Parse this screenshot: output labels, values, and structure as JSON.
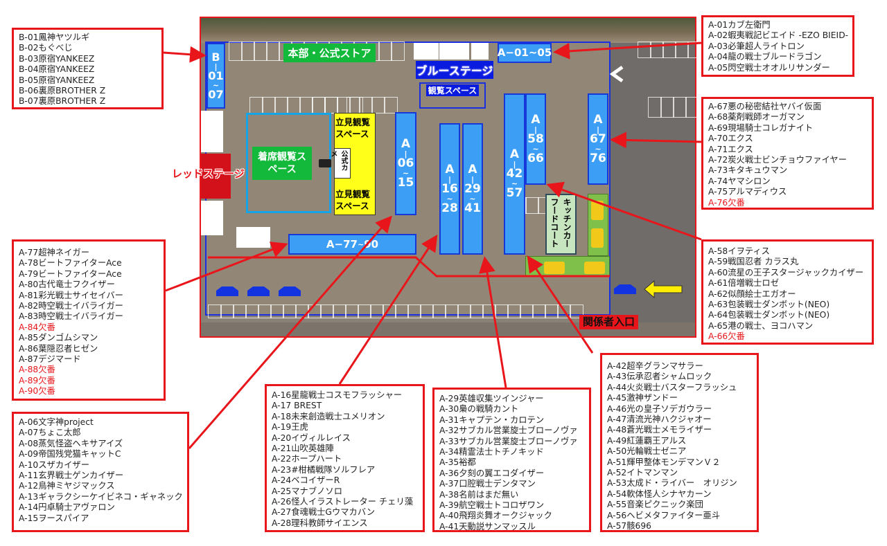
{
  "map": {
    "hq_store": "本部・公式ストア",
    "blue_stage": "ブルーステージ",
    "blue_viewing": "観覧スペース",
    "red_stage": "レッドステージ",
    "seated_viewing": "着席観覧スペース",
    "standing_viewing_top": "立見観覧スペース",
    "standing_viewing_bottom": "立見観覧スペース",
    "official_camera": "公式カメ",
    "food_court": "キッチンカーフードコート",
    "staff_entrance": "関係者入口",
    "booths": {
      "b01": [
        "B",
        "|",
        "01",
        "~",
        "07"
      ],
      "a01": [
        "A−",
        "01",
        "~05"
      ],
      "a06": [
        "A",
        "|",
        "06",
        "~",
        "15"
      ],
      "a16": [
        "A",
        "|",
        "16",
        "~",
        "28"
      ],
      "a29": [
        "A",
        "|",
        "29",
        "~",
        "41"
      ],
      "a42": [
        "A",
        "|",
        "42",
        "~",
        "57"
      ],
      "a58": [
        "A",
        "|",
        "58",
        "~",
        "66"
      ],
      "a67": [
        "A",
        "|",
        "67",
        "~",
        "76"
      ],
      "a77": [
        "A−77",
        "~",
        "90"
      ]
    }
  },
  "colors": {
    "accent_red": "#e8161b",
    "booth_blue": "#3d9ef5",
    "frame_blue": "#1a2fe0",
    "green": "#12b93a",
    "yellow": "#ffff1a"
  },
  "callouts": {
    "b01_07": [
      {
        "text": "B-01鳳神ヤツルギ"
      },
      {
        "text": "B-02もぐべじ"
      },
      {
        "text": "B-03原宿YANKEEZ"
      },
      {
        "text": "B-04原宿YANKEEZ"
      },
      {
        "text": "B-05原宿YANKEEZ"
      },
      {
        "text": "B-06裏原BROTHER Z"
      },
      {
        "text": "B-07裏原BROTHER Z"
      }
    ],
    "a01_05": [
      {
        "text": "A-01カブ左衛門"
      },
      {
        "text": "A-02蝦夷戦記ビエイド -EZO BIEID-"
      },
      {
        "text": "A-03必筆超人ライトロン"
      },
      {
        "text": "A-04龍の戦士ブルードラゴン"
      },
      {
        "text": "A-05閃空戦士オオルリサンダー"
      }
    ],
    "a67_76": [
      {
        "text": "A-67悪の秘密結社ヤバイ仮面"
      },
      {
        "text": "A-68薬剤戦師オーガマン"
      },
      {
        "text": "A-69現場騎士コレガナイト"
      },
      {
        "text": "A-70エクス"
      },
      {
        "text": "A-71エクス"
      },
      {
        "text": "A-72炭火戦士ビンチョウファイヤー"
      },
      {
        "text": "A-73キタキュウマン"
      },
      {
        "text": "A-74ヤマシロン"
      },
      {
        "text": "A-75アルマディウス"
      },
      {
        "text": "A-76欠番",
        "missing": true
      }
    ],
    "a58_66": [
      {
        "text": "A-58イヲティス"
      },
      {
        "text": "A-59戦国忍者 カラス丸"
      },
      {
        "text": "A-60流星の王子スタージャックカイザー"
      },
      {
        "text": "A-61倍増戦士ロゼ"
      },
      {
        "text": "A-62似顔絵士エガオー"
      },
      {
        "text": "A-63包装戦士ダンボット(NEO)"
      },
      {
        "text": "A-64包装戦士ダンボット(NEO)"
      },
      {
        "text": "A-65港の戦士、ヨコハマン"
      },
      {
        "text": "A-66欠番",
        "missing": true
      }
    ],
    "a77_90": [
      {
        "text": "A-77超神ネイガー"
      },
      {
        "text": "A-78ビートファイターAce"
      },
      {
        "text": "A-79ビートファイターAce"
      },
      {
        "text": "A-80古代竜士フクイザー"
      },
      {
        "text": "A-81彩光戦士サイセイバー"
      },
      {
        "text": "A-82時空戦士イバライガー"
      },
      {
        "text": "A-83時空戦士イバライガー"
      },
      {
        "text": "A-84欠番",
        "missing": true
      },
      {
        "text": "A-85ダンゴムシマン"
      },
      {
        "text": "A-86葉隠忍者ヒゼン"
      },
      {
        "text": "A-87デジマード"
      },
      {
        "text": "A-88欠番",
        "missing": true
      },
      {
        "text": "A-89欠番",
        "missing": true
      },
      {
        "text": "A-90欠番",
        "missing": true
      }
    ],
    "a06_15": [
      {
        "text": "A-06文字神project"
      },
      {
        "text": "A-07ちょこ太郎"
      },
      {
        "text": "A-08蒸気怪盗ヘキサアイズ"
      },
      {
        "text": "A-09帝国残党猫キャットC"
      },
      {
        "text": "A-10スザカイザー"
      },
      {
        "text": "A-11玄界戦士ゲンカイザー"
      },
      {
        "text": "A-12鳥神ミヤジマックス"
      },
      {
        "text": "A-13ギャラクシーケイビネコ・ギャネック"
      },
      {
        "text": "A-14円卓騎士アヴァロン"
      },
      {
        "text": "A-15ヲースパイア"
      }
    ],
    "a16_28": [
      {
        "text": "A-16星龍戦士コスモフラッシャー"
      },
      {
        "text": "A-17 BREST"
      },
      {
        "text": "A-18未来創造戦士ユメリオン"
      },
      {
        "text": "A-19王虎"
      },
      {
        "text": "A-20イヴィルレイス"
      },
      {
        "text": "A-21山吹英雄陣"
      },
      {
        "text": "A-22ホープハート"
      },
      {
        "text": "A-23#柑橘戦隊ソルフレア"
      },
      {
        "text": "A-24ベコイザーR"
      },
      {
        "text": "A-25マナブノソロ"
      },
      {
        "text": "A-26怪人イラストレーター チェリ藻"
      },
      {
        "text": "A-27食魂戦士Gウマカバン"
      },
      {
        "text": "A-28理科教師サイエンス"
      }
    ],
    "a29_41": [
      {
        "text": "A-29英雄収集ツインジャー"
      },
      {
        "text": "A-30梟の戦騎カント"
      },
      {
        "text": "A-31キャプテン・カロテン"
      },
      {
        "text": "A-32サブカル営業旋士ブローノヴァ"
      },
      {
        "text": "A-33サブカル営業旋士ブローノヴァ"
      },
      {
        "text": "A-34精霊法士トチノキッド"
      },
      {
        "text": "A-35裕都"
      },
      {
        "text": "A-36夕刻の翼エコダイザー"
      },
      {
        "text": "A-37口腔戦士デンタマン"
      },
      {
        "text": "A-38名前はまだ無い"
      },
      {
        "text": "A-39航空戦士トコロザワン"
      },
      {
        "text": "A-40飛翔炎舞オークジャック"
      },
      {
        "text": "A-41天動説サンマッスル"
      }
    ],
    "a42_57": [
      {
        "text": "A-42超辛グランマサラー"
      },
      {
        "text": "A-43伝承忍者シャムロック"
      },
      {
        "text": "A-44火炎戦士バスターフラッシュ"
      },
      {
        "text": "A-45激神ザンドー"
      },
      {
        "text": "A-46光の皇子ソデガウラー"
      },
      {
        "text": "A-47清流光神ハクジャオー"
      },
      {
        "text": "A-48蒼光戦士メモライザー"
      },
      {
        "text": "A-49紅蓮覇王アルス"
      },
      {
        "text": "A-50光輪戦士ゼニア"
      },
      {
        "text": "A-51輝甲整体モンデマンＶ２"
      },
      {
        "text": "A-52イトマンマン"
      },
      {
        "text": "A-53太成ド・ライバー　オリジン"
      },
      {
        "text": "A-54軟体怪人シナヤカーン"
      },
      {
        "text": "A-55音楽ピクニック楽団"
      },
      {
        "text": "A-56ヘビメタファイター亜斗"
      },
      {
        "text": "A-57骸696"
      }
    ]
  }
}
